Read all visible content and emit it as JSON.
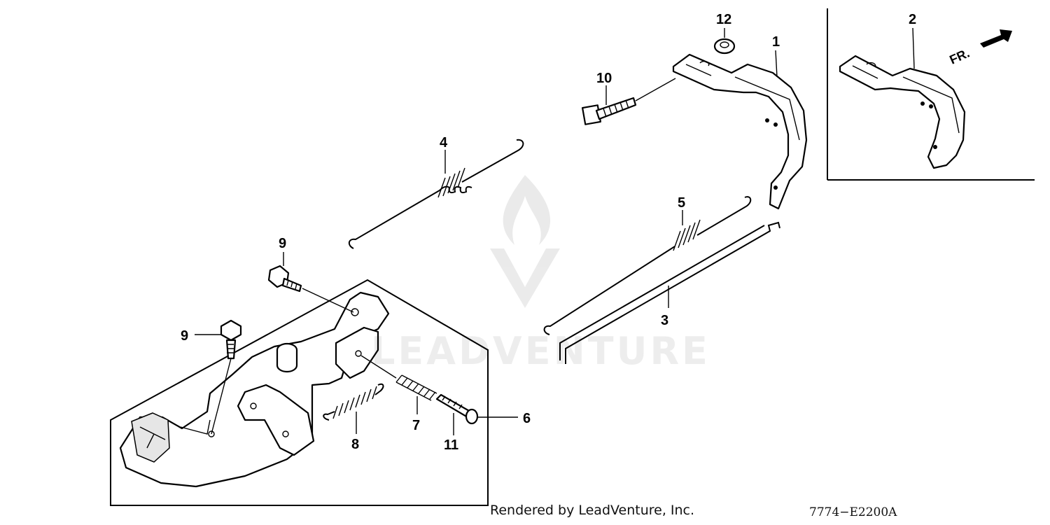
{
  "callouts": {
    "c1": "1",
    "c2": "2",
    "c3": "3",
    "c4": "4",
    "c5": "5",
    "c6": "6",
    "c7": "7",
    "c8": "8",
    "c9a": "9",
    "c9b": "9",
    "c10": "10",
    "c11": "11",
    "c12": "12"
  },
  "arrow_label": "FR.",
  "watermark": "LEADVENTURE",
  "footer": {
    "credit": "Rendered by LeadVenture, Inc.",
    "code": "7774−E2200A"
  }
}
